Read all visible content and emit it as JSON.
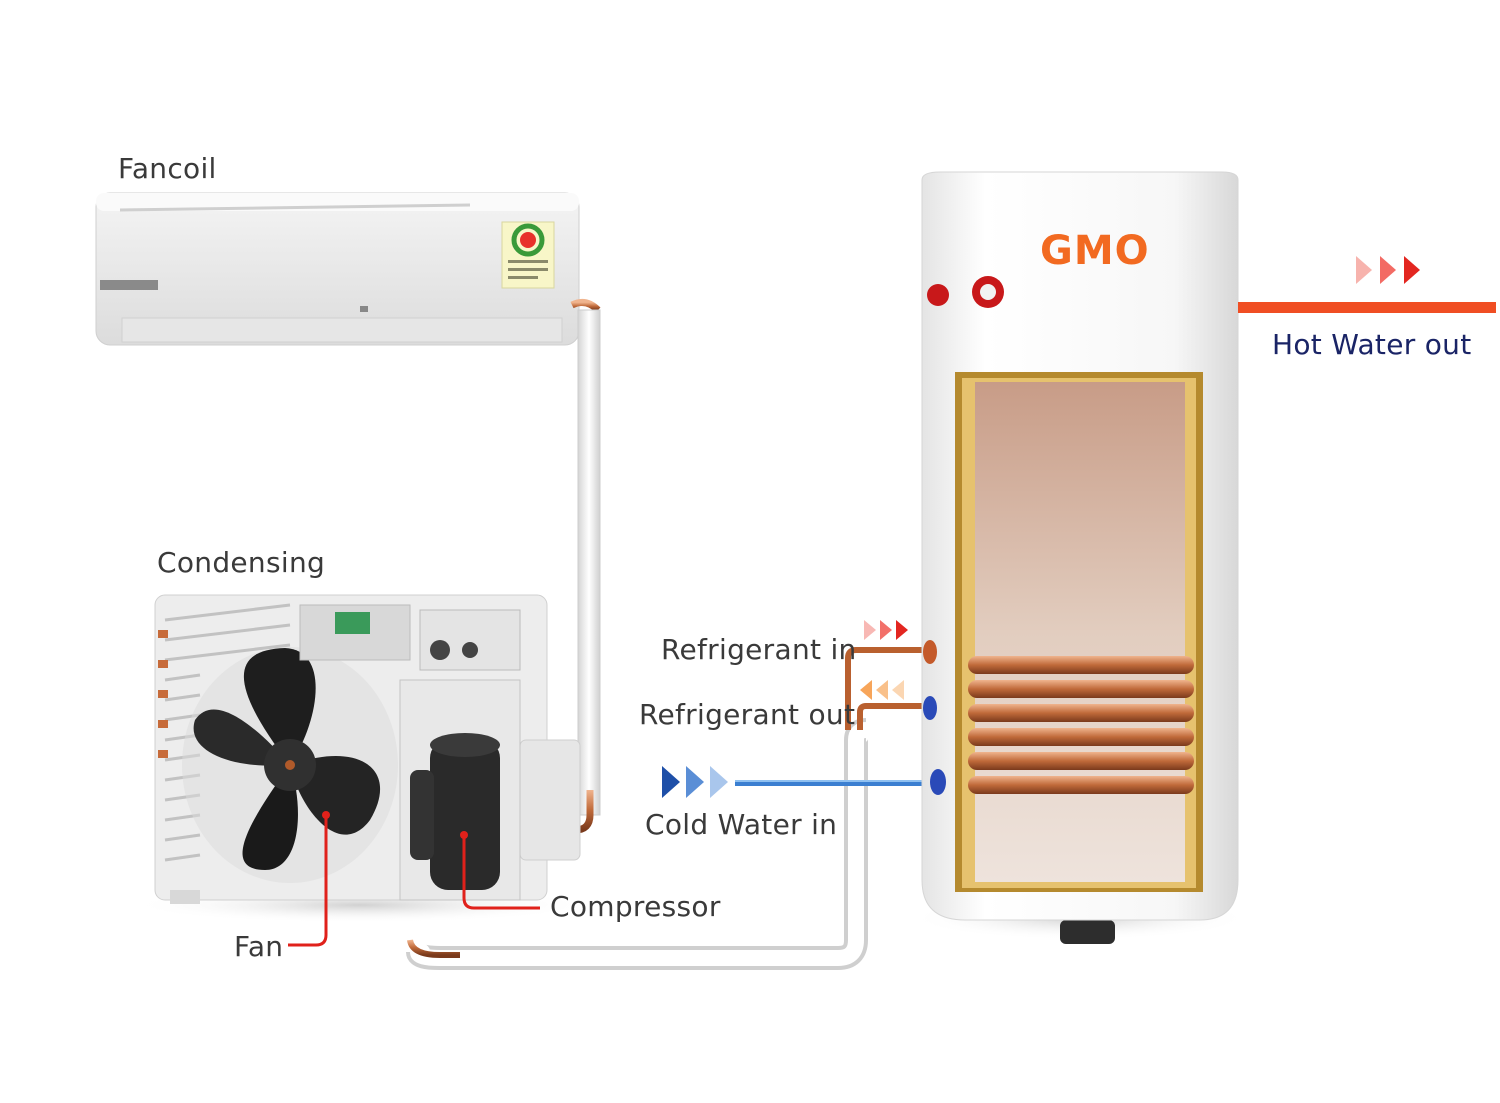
{
  "labels": {
    "fancoil": "Fancoil",
    "condensing": "Condensing",
    "fan": "Fan",
    "compressor": "Compressor",
    "refrigerant_in": "Refrigerant in",
    "refrigerant_out": "Refrigerant out",
    "cold_water_in": "Cold Water in",
    "hot_water_out": "Hot Water out"
  },
  "brand": {
    "logo": "GMO"
  },
  "colors": {
    "hot_water": "#f04e23",
    "cold_water": "#1e5fb4",
    "refrigerant_in": "#f0453a",
    "refrigerant_out": "#f5a45c",
    "copper": "#c46a3a",
    "brand_orange": "#f26a21",
    "hot_label": "#1a2466",
    "callout": "#e0211b"
  },
  "icons": {
    "hot_flow": "triple-chevron-right-red",
    "refrigerant_in_flow": "triple-chevron-right-red",
    "refrigerant_out_flow": "triple-chevron-left-orange",
    "cold_flow": "triple-chevron-right-blue"
  }
}
